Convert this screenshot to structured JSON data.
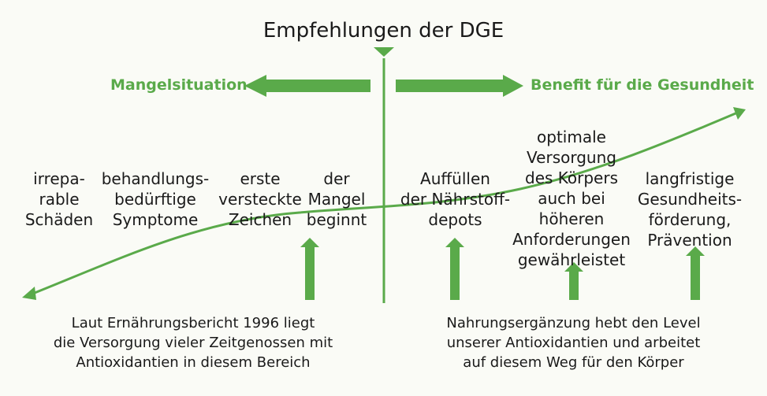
{
  "title": "Empfehlungen der DGE",
  "left_label": "Mangelsituation",
  "right_label": "Benefit für die Gesundheit",
  "stages": [
    {
      "text": "irrepa-\nrable\nSchäden"
    },
    {
      "text": "behandlungs-\nbedürftige\nSymptome"
    },
    {
      "text": "erste\nversteckte\nZeichen"
    },
    {
      "text": "der\nMangel\nbeginnt"
    },
    {
      "text": "Auffüllen\nder Nährstoff-\ndepots"
    },
    {
      "text": "optimale\nVersorgung\ndes Körpers\nauch bei\nhöheren\nAnforderungen\ngewährleistet"
    },
    {
      "text": "langfristige\nGesundheits-\nförderung,\nPrävention"
    }
  ],
  "note_left": "Laut Ernährungsbericht 1996 liegt\ndie Versorgung vieler Zeitgenossen mit\nAntioxidantien in diesem Bereich",
  "note_right": "Nahrungsergänzung hebt den Level\nunserer Antioxidantien und arbeitet\nauf diesem Weg für den Körper",
  "colors": {
    "accent": "#5aaa4a",
    "text": "#1a1a1a",
    "background": "#fafbf6"
  }
}
